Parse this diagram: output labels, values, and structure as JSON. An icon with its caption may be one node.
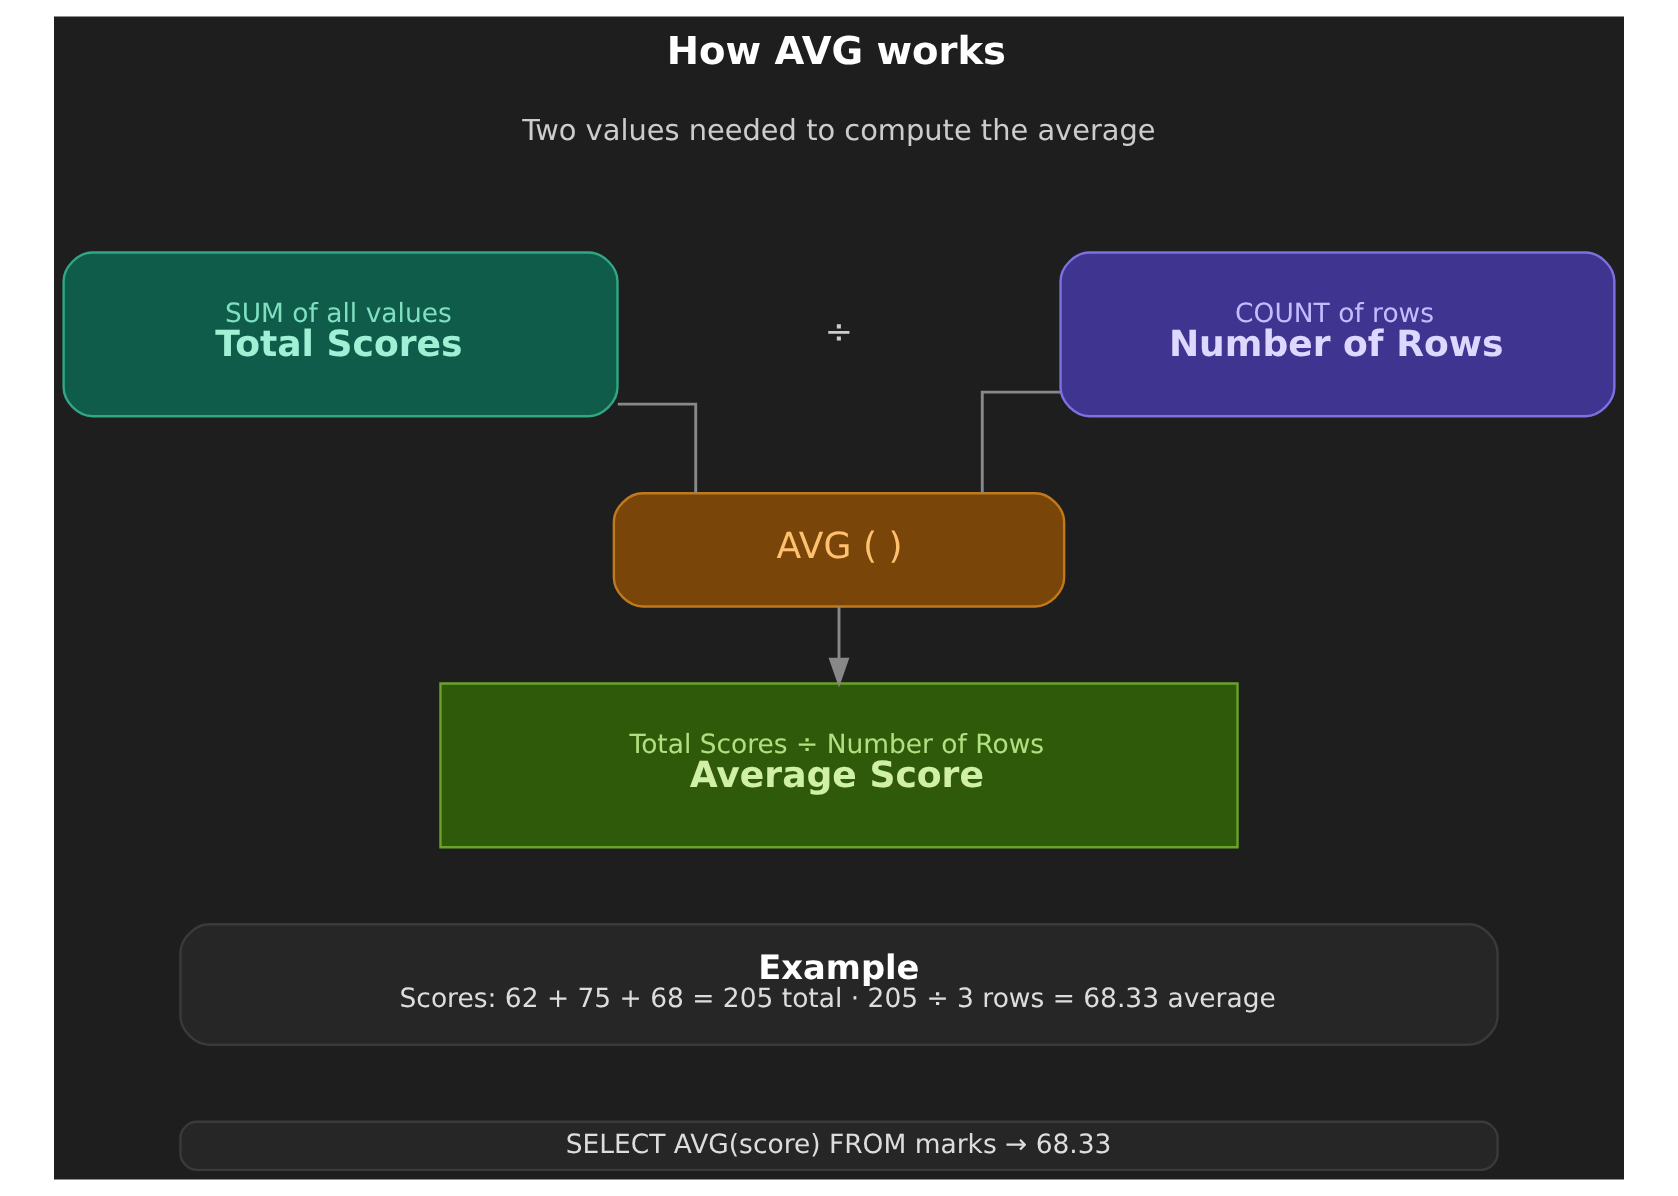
{
  "diagram": {
    "title": "How AVG works",
    "nodes": [
      {
        "text": [
          "SUM of all values",
          "Total Scores"
        ]
      },
      {
        "text": [
          "COUNT of rows",
          "Number of Rows"
        ]
      },
      {
        "text": [
          "AVG ( )"
        ]
      },
      {
        "text": [
          "Total Scores ÷ Number of Rows",
          "Average Score"
        ]
      },
      {
        "text": [
          "Example",
          "Scores: 62 + 75 + 68 = 205 total · 205 ÷ 3 rows = 68.33 average"
        ]
      },
      {
        "text": [
          "SELECT AVG(score) FROM marks → 68.33"
        ]
      }
    ],
    "edges": [
      {
        "from": 0,
        "to": 2,
        "arrow": "none"
      },
      {
        "from": 1,
        "to": 2,
        "arrow": "none"
      },
      {
        "from": 2,
        "to": 3,
        "arrow": "to"
      }
    ],
    "labels": [
      "Two values needed to compute the average",
      "÷"
    ]
  }
}
